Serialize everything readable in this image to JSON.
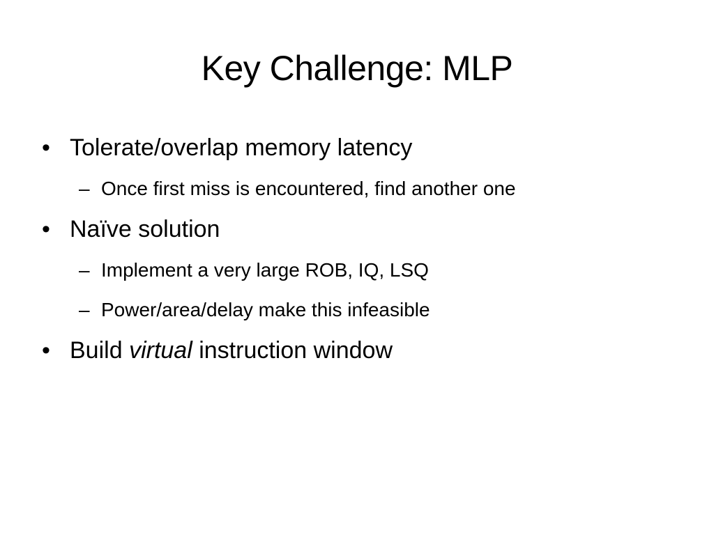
{
  "slide": {
    "title": "Key Challenge: MLP",
    "bullets": [
      {
        "marker": "•",
        "text": "Tolerate/overlap memory latency",
        "sub": [
          {
            "marker": "–",
            "text": "Once first miss is encountered, find another one"
          }
        ]
      },
      {
        "marker": "•",
        "text": "Naïve solution",
        "sub": [
          {
            "marker": "–",
            "text": "Implement a very large ROB, IQ, LSQ"
          },
          {
            "marker": "–",
            "text": "Power/area/delay make this infeasible"
          }
        ]
      },
      {
        "marker": "•",
        "text_before": "Build ",
        "text_emphasis": "virtual",
        "text_after": " instruction window"
      }
    ]
  }
}
